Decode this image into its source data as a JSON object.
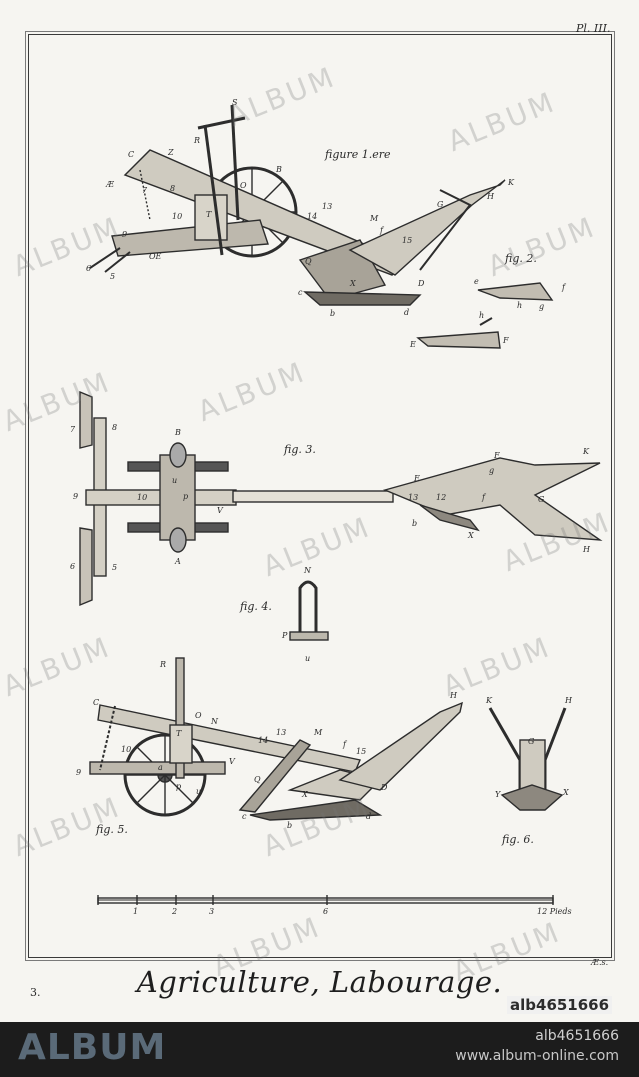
{
  "plate": {
    "plate_number": "Pl. III.",
    "sheet_number": "3.",
    "engraver_signature": "Æ.s.",
    "title": "Agriculture, Labourage."
  },
  "figures": {
    "fig1": "figure 1.ere",
    "fig2": "fig. 2.",
    "fig3": "fig. 3.",
    "fig4": "fig. 4.",
    "fig5": "fig. 5.",
    "fig6": "fig. 6."
  },
  "labels": {
    "f1": [
      "C",
      "Z",
      "R",
      "S",
      "Æ",
      "7",
      "8",
      "O",
      "B",
      "10",
      "9",
      "OE",
      "6",
      "5",
      "T",
      "14",
      "13",
      "M",
      "f",
      "15",
      "G",
      "H",
      "K",
      "Q",
      "X",
      "c",
      "b",
      "d",
      "D"
    ],
    "f2": [
      "e",
      "f",
      "h",
      "g",
      "E",
      "F",
      "h"
    ],
    "f3": [
      "7",
      "8",
      "9",
      "6",
      "5",
      "B",
      "A",
      "u",
      "10",
      "p",
      "V",
      "E",
      "F",
      "g",
      "13",
      "12",
      "f",
      "b",
      "X",
      "G",
      "K",
      "H"
    ],
    "f4": [
      "N",
      "P",
      "u"
    ],
    "f5": [
      "R",
      "C",
      "O",
      "N",
      "T",
      "10",
      "9",
      "a",
      "p",
      "u",
      "V",
      "14",
      "13",
      "M",
      "f",
      "15",
      "Q",
      "X",
      "c",
      "b",
      "d",
      "D",
      "H"
    ],
    "f6": [
      "K",
      "H",
      "G",
      "Y",
      "X"
    ]
  },
  "scale": {
    "ticks": [
      "1",
      "2",
      "3",
      "6",
      "12 Pieds"
    ]
  },
  "watermark": {
    "text": "ALBUM"
  },
  "footer": {
    "brand": "ALBUM",
    "image_id": "alb4651666",
    "website": "www.album-online.com"
  }
}
